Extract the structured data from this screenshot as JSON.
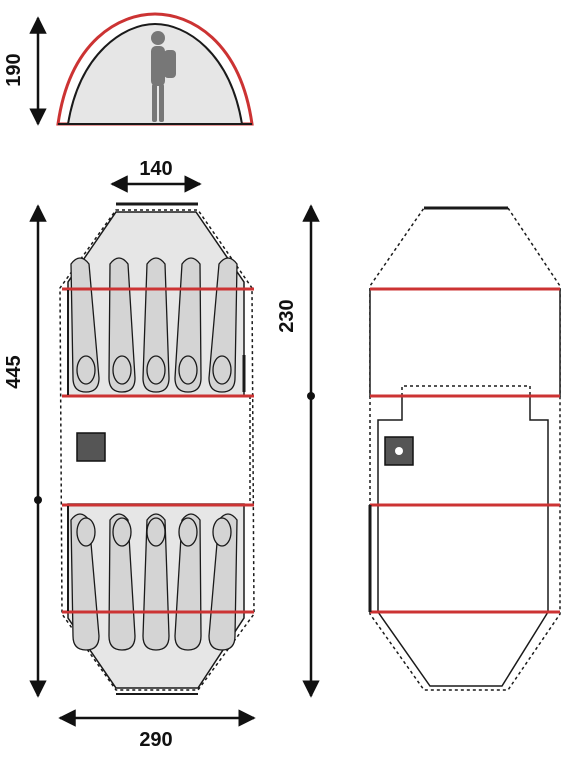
{
  "dimensions": {
    "height": "190",
    "inner_width": "140",
    "length": "445",
    "inner_length": "230",
    "width": "290"
  },
  "colors": {
    "pole": "#cc3333",
    "fabric": "#e6e6e6",
    "outline": "#1a1a1a"
  },
  "plan_left": {
    "sleeping_bags_per_room": 5,
    "rooms": [
      "top-room",
      "bottom-room"
    ]
  }
}
